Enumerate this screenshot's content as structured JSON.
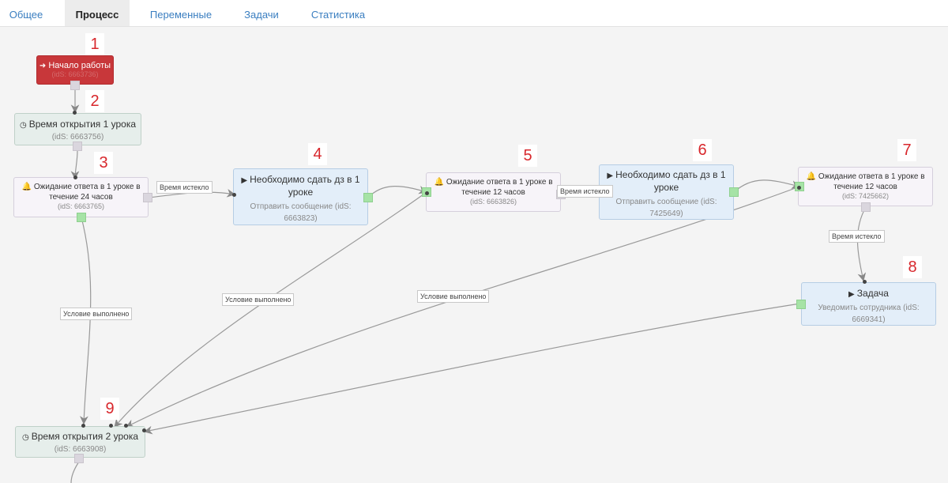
{
  "tabs": [
    {
      "label": "Общее"
    },
    {
      "label": "Процесс",
      "active": true
    },
    {
      "label": "Переменные"
    },
    {
      "label": "Задачи"
    },
    {
      "label": "Статистика"
    }
  ],
  "numbers": [
    "1",
    "2",
    "3",
    "4",
    "5",
    "6",
    "7",
    "8",
    "9"
  ],
  "nodes": {
    "start": {
      "title": "Начало работы",
      "sub": "(idS: 6663736)"
    },
    "timer1": {
      "title": "Время открытия 1 урока",
      "sub": "(idS: 6663756)"
    },
    "wait24": {
      "title": "Ожидание ответа в 1 уроке в течение 24 часов",
      "sub": "(idS: 6663765)"
    },
    "send1": {
      "title": "Необходимо сдать дз в 1 уроке",
      "sub": "Отправить сообщение (idS: 6663823)"
    },
    "wait12a": {
      "title": "Ожидание ответа в 1 уроке в течение 12 часов",
      "sub": "(idS: 6663826)"
    },
    "send2": {
      "title": "Необходимо сдать дз в 1 уроке",
      "sub": "Отправить сообщение (idS: 7425649)"
    },
    "wait12b": {
      "title": "Ожидание ответа в 1 уроке в течение 12 часов",
      "sub": "(idS: 7425662)"
    },
    "task": {
      "title": "Задача",
      "sub": "Уведомить сотрудника (idS: 6669341)"
    },
    "timer2": {
      "title": "Время открытия 2 урока",
      "sub": "(idS: 6663908)"
    }
  },
  "edge_labels": {
    "expired1": "Время истекло",
    "expired2": "Время истекло",
    "expired3": "Время истекло",
    "cond1": "Условие выполнено",
    "cond2": "Условие выполнено",
    "cond3": "Условие выполнено"
  },
  "icons": {
    "start": "sign-in-icon",
    "timer": "clock-icon",
    "wait": "bell-icon",
    "send": "play-icon"
  },
  "colors": {
    "start": "#c8373a",
    "timer": "#e6eeeb",
    "wait": "#f7f4f9",
    "send": "#e3eef9",
    "number": "#d8272c",
    "port_ok": "#a6e3a6",
    "tab_link": "#3a7ec0"
  }
}
